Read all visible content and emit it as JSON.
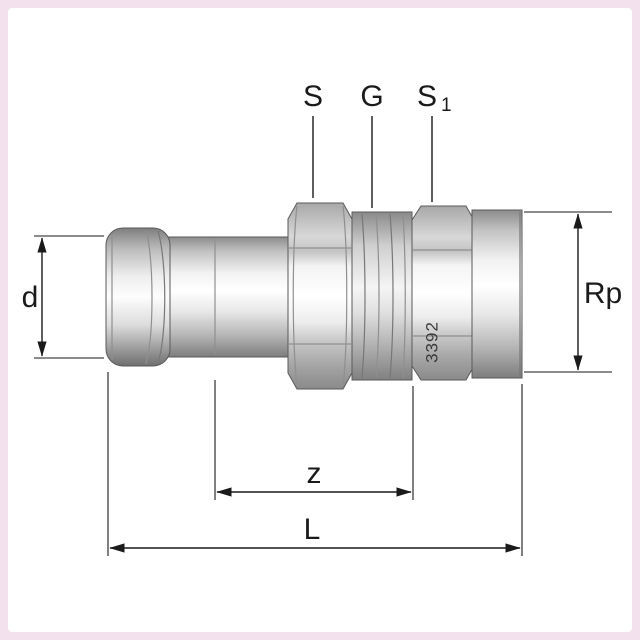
{
  "drawing": {
    "title": "press-fitting-union-adapter-technical-drawing",
    "labels": {
      "top_s": "S",
      "top_g": "G",
      "top_s1_main": "S",
      "top_s1_sub": "1",
      "left_d": "d",
      "right_rp": "Rp",
      "bottom_z": "z",
      "bottom_l": "L"
    },
    "part_number": "3392",
    "colors": {
      "line": "#1a1a1a",
      "frame": "#f3e2ee",
      "canvas": "#ffffff",
      "metal_light": "#fafafa",
      "metal_dark": "#8a8a8a",
      "part_number_color": "#3a3a3a"
    }
  }
}
